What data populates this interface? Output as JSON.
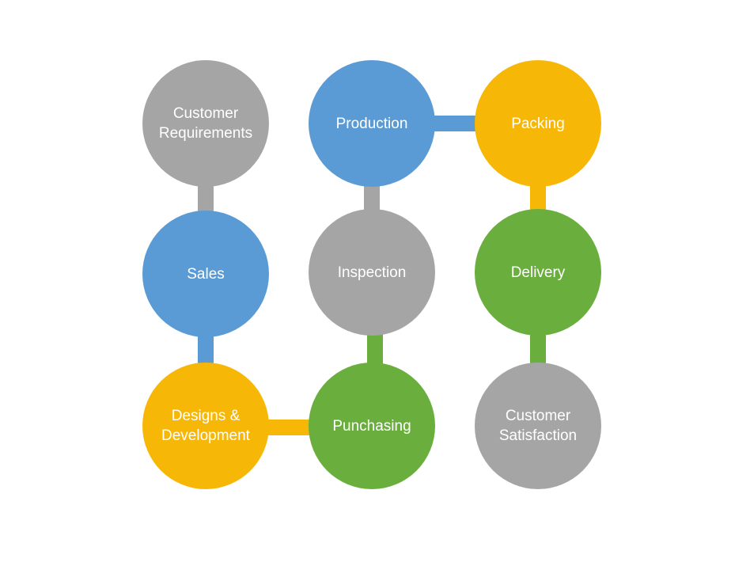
{
  "colors": {
    "gray": "#a5a5a5",
    "blue": "#5b9bd5",
    "yellow": "#f6b706",
    "green": "#6aaf3d"
  },
  "nodes": [
    {
      "id": "customer-requirements",
      "label": "Customer\nRequirements",
      "color": "gray"
    },
    {
      "id": "sales",
      "label": "Sales",
      "color": "blue"
    },
    {
      "id": "designs-development",
      "label": "Designs &\nDevelopment",
      "color": "yellow"
    },
    {
      "id": "purchasing",
      "label": "Punchasing",
      "color": "green"
    },
    {
      "id": "inspection",
      "label": "Inspection",
      "color": "gray"
    },
    {
      "id": "production",
      "label": "Production",
      "color": "blue"
    },
    {
      "id": "packing",
      "label": "Packing",
      "color": "yellow"
    },
    {
      "id": "delivery",
      "label": "Delivery",
      "color": "green"
    },
    {
      "id": "customer-satisfaction",
      "label": "Customer\nSatisfaction",
      "color": "gray"
    }
  ],
  "edges": [
    {
      "from": "customer-requirements",
      "to": "sales",
      "color": "gray"
    },
    {
      "from": "sales",
      "to": "designs-development",
      "color": "blue"
    },
    {
      "from": "designs-development",
      "to": "purchasing",
      "color": "yellow"
    },
    {
      "from": "purchasing",
      "to": "inspection",
      "color": "green"
    },
    {
      "from": "inspection",
      "to": "production",
      "color": "gray"
    },
    {
      "from": "production",
      "to": "packing",
      "color": "blue"
    },
    {
      "from": "packing",
      "to": "delivery",
      "color": "yellow"
    },
    {
      "from": "delivery",
      "to": "customer-satisfaction",
      "color": "green"
    }
  ]
}
